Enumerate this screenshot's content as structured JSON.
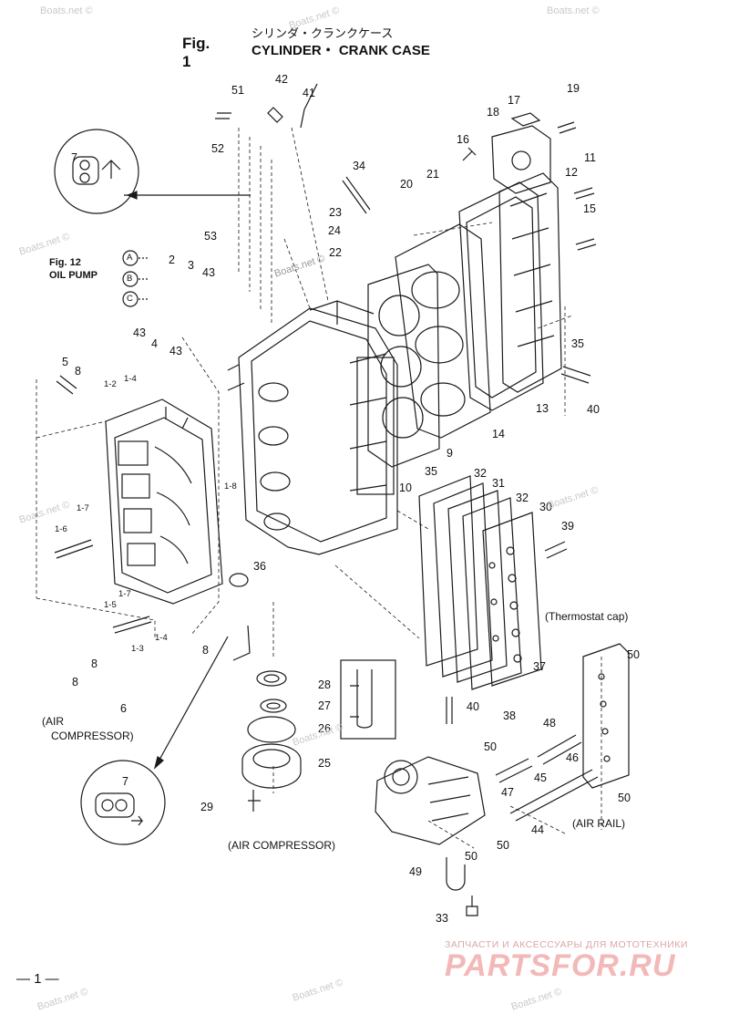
{
  "header": {
    "fig_number": "Fig. 1",
    "title_jp": "シリンダ・クランクケース",
    "title_en": "CYLINDER・ CRANK CASE"
  },
  "callouts": {
    "fig12": "Fig. 12",
    "oil_pump": "OIL PUMP",
    "circle_a": "A",
    "circle_b": "B",
    "circle_c": "C",
    "thermostat_cap": "(Thermostat cap)",
    "air_compressor_1": "(AIR",
    "air_compressor_2": "COMPRESSOR)",
    "air_compressor_main": "(AIR COMPRESSOR)",
    "air_rail": "(AIR RAIL)"
  },
  "part_labels": [
    {
      "id": "p51",
      "text": "51"
    },
    {
      "id": "p42",
      "text": "42"
    },
    {
      "id": "p41",
      "text": "41"
    },
    {
      "id": "p52",
      "text": "52"
    },
    {
      "id": "p53",
      "text": "53"
    },
    {
      "id": "p34",
      "text": "34"
    },
    {
      "id": "p23",
      "text": "23"
    },
    {
      "id": "p24",
      "text": "24"
    },
    {
      "id": "p22",
      "text": "22"
    },
    {
      "id": "p16",
      "text": "16"
    },
    {
      "id": "p21",
      "text": "21"
    },
    {
      "id": "p20",
      "text": "20"
    },
    {
      "id": "p17",
      "text": "17"
    },
    {
      "id": "p18",
      "text": "18"
    },
    {
      "id": "p19",
      "text": "19"
    },
    {
      "id": "p11",
      "text": "11"
    },
    {
      "id": "p12",
      "text": "12"
    },
    {
      "id": "p15",
      "text": "15"
    },
    {
      "id": "p35a",
      "text": "35"
    },
    {
      "id": "p40a",
      "text": "40"
    },
    {
      "id": "p13",
      "text": "13"
    },
    {
      "id": "p14",
      "text": "14"
    },
    {
      "id": "p9",
      "text": "9"
    },
    {
      "id": "p35b",
      "text": "35"
    },
    {
      "id": "p10",
      "text": "10"
    },
    {
      "id": "p7a",
      "text": "7"
    },
    {
      "id": "p2",
      "text": "2"
    },
    {
      "id": "p3",
      "text": "3"
    },
    {
      "id": "p43a",
      "text": "43"
    },
    {
      "id": "p43b",
      "text": "43"
    },
    {
      "id": "p4",
      "text": "4"
    },
    {
      "id": "p43c",
      "text": "43"
    },
    {
      "id": "p5",
      "text": "5"
    },
    {
      "id": "p8a",
      "text": "8"
    },
    {
      "id": "p1_2",
      "text": "1-2"
    },
    {
      "id": "p1_4a",
      "text": "1-4"
    },
    {
      "id": "p1_8",
      "text": "1-8"
    },
    {
      "id": "p1_7a",
      "text": "1-7"
    },
    {
      "id": "p1_6",
      "text": "1-6"
    },
    {
      "id": "p36",
      "text": "36"
    },
    {
      "id": "p1_7b",
      "text": "1-7"
    },
    {
      "id": "p1_5",
      "text": "1-5"
    },
    {
      "id": "p1_4b",
      "text": "1-4"
    },
    {
      "id": "p1_3",
      "text": "1-3"
    },
    {
      "id": "p8b",
      "text": "8"
    },
    {
      "id": "p8c",
      "text": "8"
    },
    {
      "id": "p8d",
      "text": "8"
    },
    {
      "id": "p6",
      "text": "6"
    },
    {
      "id": "p7b",
      "text": "7"
    },
    {
      "id": "p32a",
      "text": "32"
    },
    {
      "id": "p31",
      "text": "31"
    },
    {
      "id": "p32b",
      "text": "32"
    },
    {
      "id": "p30",
      "text": "30"
    },
    {
      "id": "p39",
      "text": "39"
    },
    {
      "id": "p28",
      "text": "28"
    },
    {
      "id": "p27",
      "text": "27"
    },
    {
      "id": "p26",
      "text": "26"
    },
    {
      "id": "p25",
      "text": "25"
    },
    {
      "id": "p29",
      "text": "29"
    },
    {
      "id": "p37",
      "text": "37"
    },
    {
      "id": "p40b",
      "text": "40"
    },
    {
      "id": "p38",
      "text": "38"
    },
    {
      "id": "p48",
      "text": "48"
    },
    {
      "id": "p50a",
      "text": "50"
    },
    {
      "id": "p50b",
      "text": "50"
    },
    {
      "id": "p46",
      "text": "46"
    },
    {
      "id": "p47",
      "text": "47"
    },
    {
      "id": "p45",
      "text": "45"
    },
    {
      "id": "p50c",
      "text": "50"
    },
    {
      "id": "p44",
      "text": "44"
    },
    {
      "id": "p50d",
      "text": "50"
    },
    {
      "id": "p50e",
      "text": "50"
    },
    {
      "id": "p49",
      "text": "49"
    },
    {
      "id": "p33",
      "text": "33"
    }
  ],
  "page_number": "— 1 —",
  "watermark_text": "Boats.net ©",
  "brand": {
    "tagline": "ЗАПЧАСТИ И АКСЕССУАРЫ ДЛЯ МОТОТЕХНИКИ",
    "logo": "PARTSFOR.RU"
  },
  "colors": {
    "line": "#1a1a1a",
    "watermark": "#c9c9c9",
    "brand": "#f3b8b8"
  }
}
